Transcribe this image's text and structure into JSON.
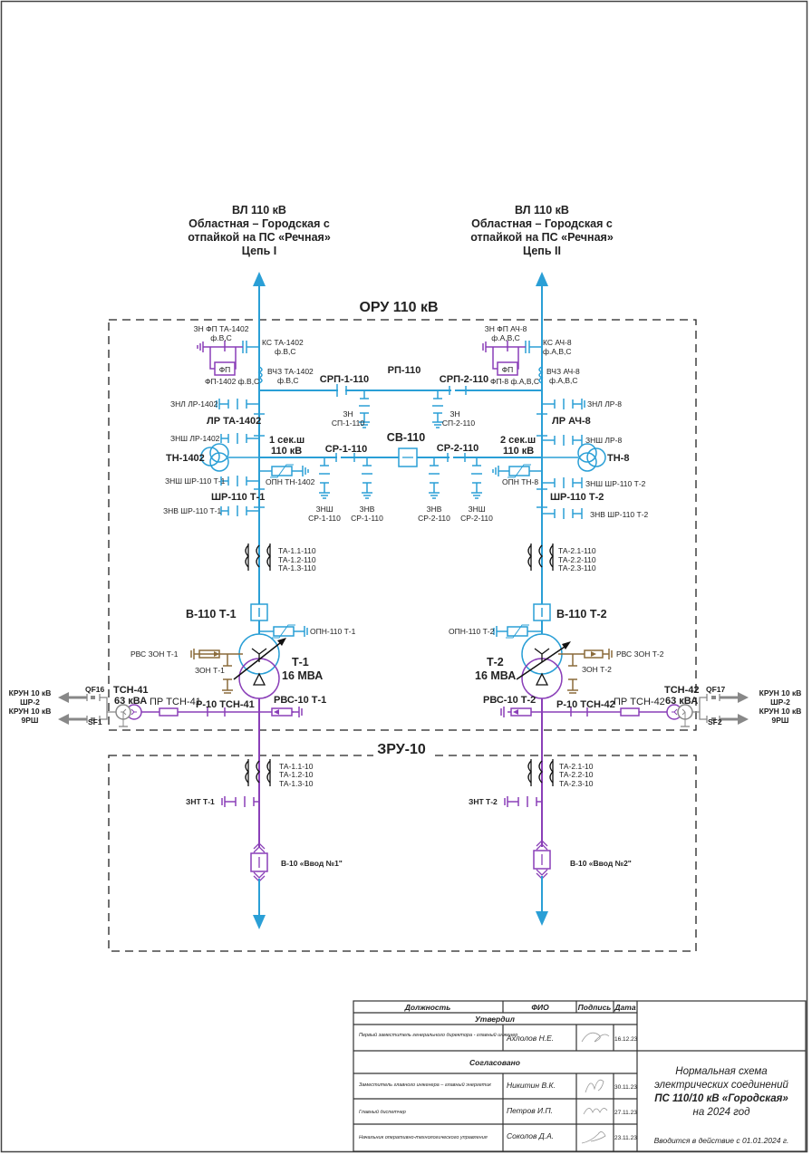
{
  "colors": {
    "hv_line": "#2a9fd6",
    "lv_line": "#8a3fb8",
    "neutral_line": "#8a6a3a",
    "arrow": "#2a9fd6",
    "feeder_arrow": "#888888",
    "frame": "#333333"
  },
  "lines": {
    "left": {
      "title": "ВЛ 110 кВ",
      "line2": "Областная – Городская с",
      "line3": "отпайкой на ПС «Речная»",
      "circuit": "Цепь I"
    },
    "right": {
      "title": "ВЛ 110 кВ",
      "line2": "Областная – Городская с",
      "line3": "отпайкой на ПС «Речная»",
      "circuit": "Цепь II"
    }
  },
  "zones": {
    "oru": "ОРУ 110 кВ",
    "zru": "ЗРУ-10"
  },
  "oru_left": {
    "zn_fp": "ЗН ФП ТА-1402",
    "zn_fp_ph": "ф.В,С",
    "ks": "КС ТА-1402",
    "ks_ph": "ф.В,С",
    "fp_box": "ФП",
    "fp": "ФП-1402 ф.В,С",
    "vchz": "ВЧЗ ТА-1402",
    "vchz_ph": "ф.В,С",
    "znl": "ЗНЛ ЛР-1402",
    "lr": "ЛР ТА-1402",
    "znsh_lr": "ЗНШ ЛР-1402",
    "tn": "ТН-1402",
    "section": "1 сек.ш",
    "section_kv": "110 кВ",
    "opn_tn": "ОПН ТН-1402",
    "znsh_shr": "ЗНШ ШР-110 Т-1",
    "shr": "ШР-110 Т-1",
    "znv_shr": "ЗНВ ШР-110 Т-1",
    "ta": [
      "ТА-1.1-110",
      "ТА-1.2-110",
      "ТА-1.3-110"
    ],
    "breaker": "В-110 Т-1",
    "opn": "ОПН-110 Т-1",
    "rvs_zon": "РВС ЗОН Т-1",
    "zon": "ЗОН Т-1",
    "transformer": "Т-1",
    "transformer_power": "16 МВА",
    "tsn": "ТСН-41",
    "tsn_power": "63 кВА",
    "pr_tsn": "ПР ТСН-41",
    "r10_tsn": "Р-10 ТСН-41",
    "rvs10": "РВС-10 Т-1",
    "qf": "QF16",
    "sf": "SF1",
    "feeder1": "КРУН 10 кВ",
    "feeder1b": "ШР-2",
    "feeder2": "КРУН 10 кВ",
    "feeder2b": "9РШ"
  },
  "oru_center": {
    "rp": "РП-110",
    "srp1": "СРП-1-110",
    "srp2": "СРП-2-110",
    "zn_sp1a": "ЗН",
    "zn_sp1b": "СП-1-110",
    "zn_sp2a": "ЗН",
    "zn_sp2b": "СП-2-110",
    "sv": "СВ-110",
    "sr1": "СР-1-110",
    "sr2": "СР-2-110",
    "znsh_sr1a": "ЗНШ",
    "znsh_sr1b": "СР-1-110",
    "znv_sr1a": "ЗНВ",
    "znv_sr1b": "СР-1-110",
    "znv_sr2a": "ЗНВ",
    "znv_sr2b": "СР-2-110",
    "znsh_sr2a": "ЗНШ",
    "znsh_sr2b": "СР-2-110"
  },
  "oru_right": {
    "zn_fp": "ЗН ФП АЧ-8",
    "zn_fp_ph": "ф.А,В,С",
    "ks": "КС АЧ-8",
    "ks_ph": "ф.А,В,С",
    "fp_box": "ФП",
    "fp": "ФП-8 ф.А,В,С",
    "vchz": "ВЧЗ АЧ-8",
    "vchz_ph": "ф.А,В,С",
    "znl": "ЗНЛ ЛР-8",
    "lr": "ЛР АЧ-8",
    "znsh_lr": "ЗНШ ЛР-8",
    "tn": "ТН-8",
    "section": "2 сек.ш",
    "section_kv": "110 кВ",
    "opn_tn": "ОПН ТН-8",
    "znsh_shr": "ЗНШ ШР-110 Т-2",
    "shr": "ШР-110 Т-2",
    "znv_shr": "ЗНВ ШР-110 Т-2",
    "ta": [
      "ТА-2.1-110",
      "ТА-2.2-110",
      "ТА-2.3-110"
    ],
    "breaker": "В-110 Т-2",
    "opn": "ОПН-110 Т-2",
    "rvs_zon": "РВС ЗОН Т-2",
    "zon": "ЗОН Т-2",
    "transformer": "Т-2",
    "transformer_power": "16 МВА",
    "tsn": "ТСН-42",
    "tsn_power": "63 кВА",
    "pr_tsn": "ПР ТСН-42",
    "r10_tsn": "Р-10 ТСН-42",
    "rvs10": "РВС-10 Т-2",
    "qf": "QF17",
    "sf": "SF2",
    "feeder1": "КРУН 10 кВ",
    "feeder1b": "ШР-2",
    "feeder2": "КРУН 10 кВ",
    "feeder2b": "9РШ"
  },
  "zru_left": {
    "ta": [
      "ТА-1.1-10",
      "ТА-1.2-10",
      "ТА-1.3-10"
    ],
    "znt": "ЗНТ Т-1",
    "breaker": "В-10 «Ввод №1\""
  },
  "zru_right": {
    "ta": [
      "ТА-2.1-10",
      "ТА-2.2-10",
      "ТА-2.3-10"
    ],
    "znt": "ЗНТ Т-2",
    "breaker": "В-10 «Ввод №2\""
  },
  "title_block": {
    "headers": {
      "position": "Должность",
      "name": "ФИО",
      "signature": "Подпись",
      "date": "Дата"
    },
    "approved_label": "Утвердил",
    "approved": [
      {
        "position": "Первый заместитель генерального директора - главный инженер",
        "name": "Ахлолов Н.Е.",
        "date": "16.12.23"
      }
    ],
    "agreed_label": "Согласовано",
    "agreed": [
      {
        "position": "Заместитель главного инженера – главный энергетик",
        "name": "Никитин В.К.",
        "date": "30.11.23"
      },
      {
        "position": "Главный диспетчер",
        "name": "Петров И.П.",
        "date": "27.11.23"
      },
      {
        "position": "Начальник оперативно-технологического управления",
        "name": "Соколов Д.А.",
        "date": "23.11.23"
      }
    ],
    "doc_title_1": "Нормальная схема",
    "doc_title_2": "электрических соединений",
    "doc_title_3": "ПС 110/10 кВ «Городская»",
    "doc_title_4": "на 2024 год",
    "effective": "Вводится в действие с 01.01.2024 г."
  }
}
